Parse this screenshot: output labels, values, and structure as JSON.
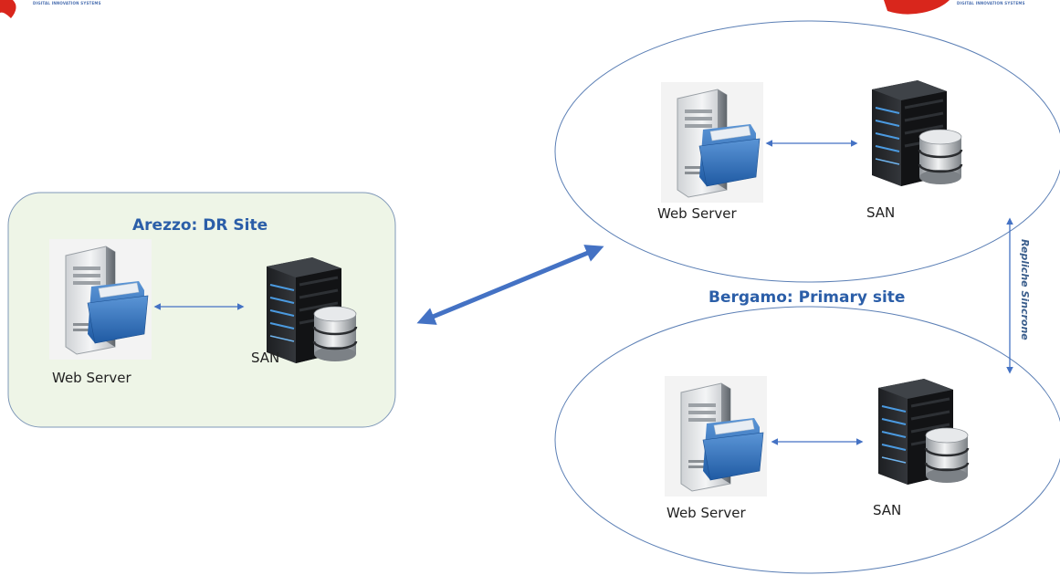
{
  "logos": {
    "left_caption": "DIGITAL INNOVATION SYSTEMS",
    "right_caption": "DIGITAL INNOVATION SYSTEMS",
    "brand_color": "#d9261c"
  },
  "dr_site": {
    "title": "Arezzo: DR Site",
    "web_server_label": "Web Server",
    "san_label": "SAN",
    "fill": "#eef5e7"
  },
  "primary_site": {
    "title": "Bergamo: Primary site",
    "top": {
      "web_server_label": "Web Server",
      "san_label": "SAN"
    },
    "bottom": {
      "web_server_label": "Web Server",
      "san_label": "SAN"
    }
  },
  "replication": {
    "label": "Repliche Sincrone"
  },
  "colors": {
    "arrow": "#4472c4",
    "title": "#2b5ea8",
    "outline": "#5b7fb5"
  }
}
